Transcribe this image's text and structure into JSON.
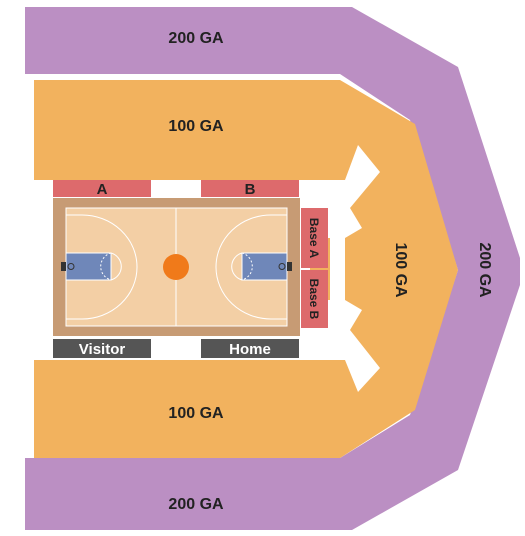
{
  "sections": {
    "upper_top": "200 GA",
    "upper_right": "200 GA",
    "upper_bottom": "200 GA",
    "lower_top": "100 GA",
    "lower_right": "100 GA",
    "lower_bottom": "100 GA",
    "floor_a": "A",
    "floor_b": "B",
    "base_a": "Base A",
    "base_b": "Base B",
    "visitor": "Visitor",
    "home": "Home"
  },
  "colors": {
    "upper_level": "#bb8fc3",
    "lower_level": "#f2b25e",
    "floor_seats": "#dd6a6c",
    "benches": "#555555",
    "court_border": "#c79b74",
    "court_floor": "#f3cfa5",
    "key_paint": "#6f87b9",
    "ball": "#f07a1a"
  },
  "icons": {
    "basketball": "ball-icon",
    "hoop": "hoop-icon"
  }
}
